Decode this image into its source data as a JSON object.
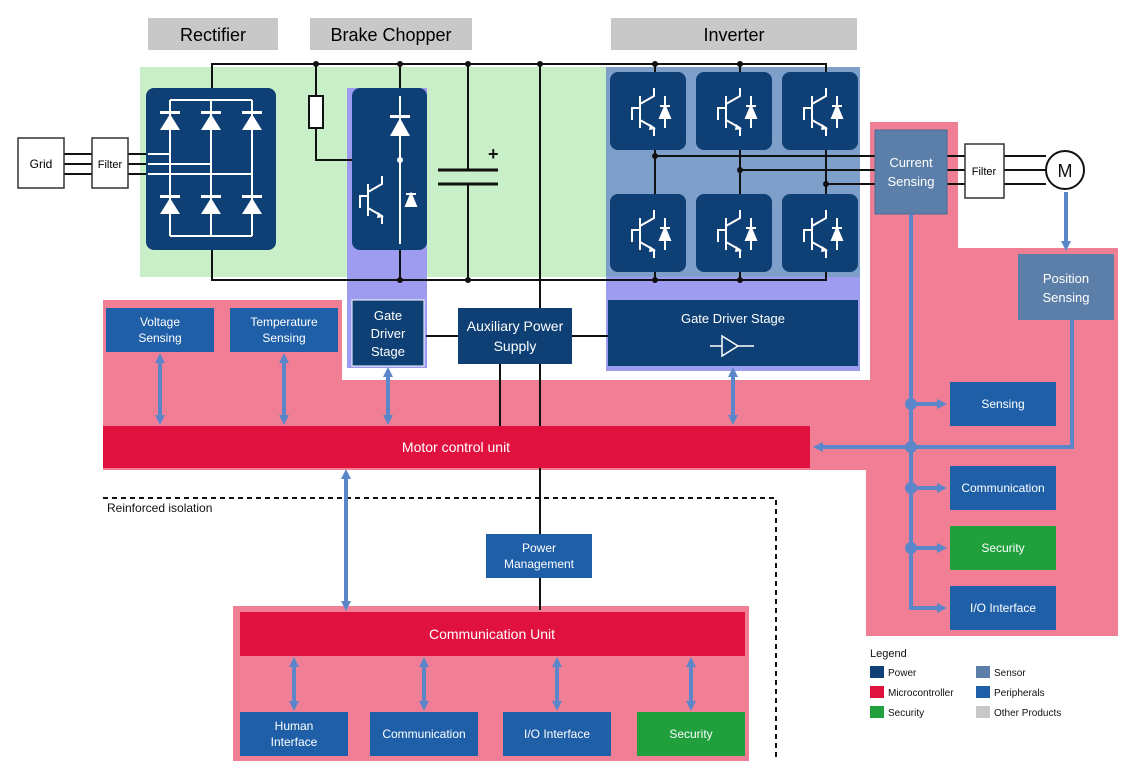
{
  "headers": {
    "rectifier": "Rectifier",
    "brake_chopper": "Brake Chopper",
    "inverter": "Inverter"
  },
  "input": {
    "grid": "Grid",
    "filter": "Filter"
  },
  "capacitor": {
    "plus": "+"
  },
  "blocks": {
    "gate_driver_line1": "Gate",
    "gate_driver_line2": "Driver",
    "gate_driver_line3": "Stage",
    "aux_power_line1": "Auxiliary Power",
    "aux_power_line2": "Supply",
    "gate_driver_stage": "Gate Driver Stage",
    "current_sensing_line1": "Current",
    "current_sensing_line2": "Sensing",
    "output_filter": "Filter",
    "motor": "M",
    "position_sensing_line1": "Position",
    "position_sensing_line2": "Sensing",
    "voltage_sensing_line1": "Voltage",
    "voltage_sensing_line2": "Sensing",
    "temperature_sensing_line1": "Temperature",
    "temperature_sensing_line2": "Sensing",
    "motor_control_unit": "Motor control unit",
    "reinforced_isolation": "Reinforced isolation",
    "power_management_line1": "Power",
    "power_management_line2": "Management",
    "communication_unit": "Communication Unit",
    "human_interface_line1": "Human",
    "human_interface_line2": "Interface",
    "comm_unit_communication": "Communication",
    "comm_unit_io_interface": "I/O Interface",
    "comm_unit_security": "Security",
    "right_sensing": "Sensing",
    "right_communication": "Communication",
    "right_security": "Security",
    "right_io_interface": "I/O Interface"
  },
  "legend": {
    "title": "Legend",
    "items": [
      {
        "label": "Power",
        "color": "#0E3F75"
      },
      {
        "label": "Sensor",
        "color": "#5B7FA9"
      },
      {
        "label": "Microcontroller",
        "color": "#E0113F"
      },
      {
        "label": "Peripherals",
        "color": "#1E5FA8"
      },
      {
        "label": "Security",
        "color": "#1FA03C"
      },
      {
        "label": "Other Products",
        "color": "#C8C8C8"
      }
    ]
  },
  "colors": {
    "power": "#0E3F75",
    "sensor": "#5B7FA9",
    "microcontroller": "#E0113F",
    "peripherals": "#1E5FA8",
    "security": "#1FA03C",
    "other": "#C8C8C8",
    "pink_zone": "#F07F95",
    "green_zone": "#C9EFC8",
    "purple_zone": "#9E9CF0",
    "steel_zone": "#7D9FC9",
    "arrow": "#5B86C9"
  }
}
